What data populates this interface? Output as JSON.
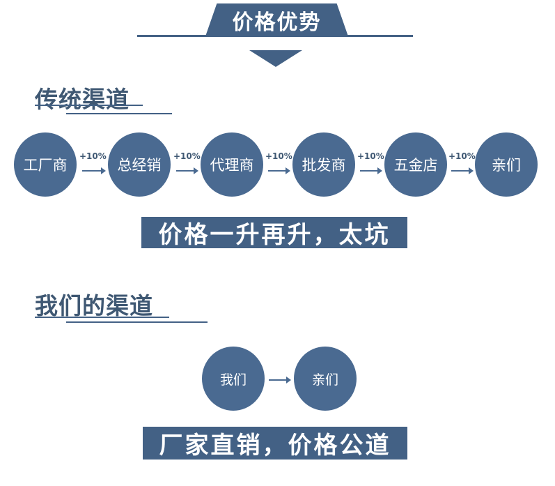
{
  "title": "价格优势",
  "traditional": {
    "heading": "传统渠道",
    "nodes": [
      "工厂商",
      "总经销",
      "代理商",
      "批发商",
      "五金店",
      "亲们"
    ],
    "markups": [
      "+10%",
      "+10%",
      "+10%",
      "+10%",
      "+10%"
    ],
    "slogan": "价格一升再升，太坑"
  },
  "ours": {
    "heading": "我们的渠道",
    "nodes": [
      "我们",
      "亲们"
    ],
    "slogan": "厂家直销，价格公道"
  },
  "colors": {
    "primary": "#436185",
    "circle": "#4a6a91"
  }
}
